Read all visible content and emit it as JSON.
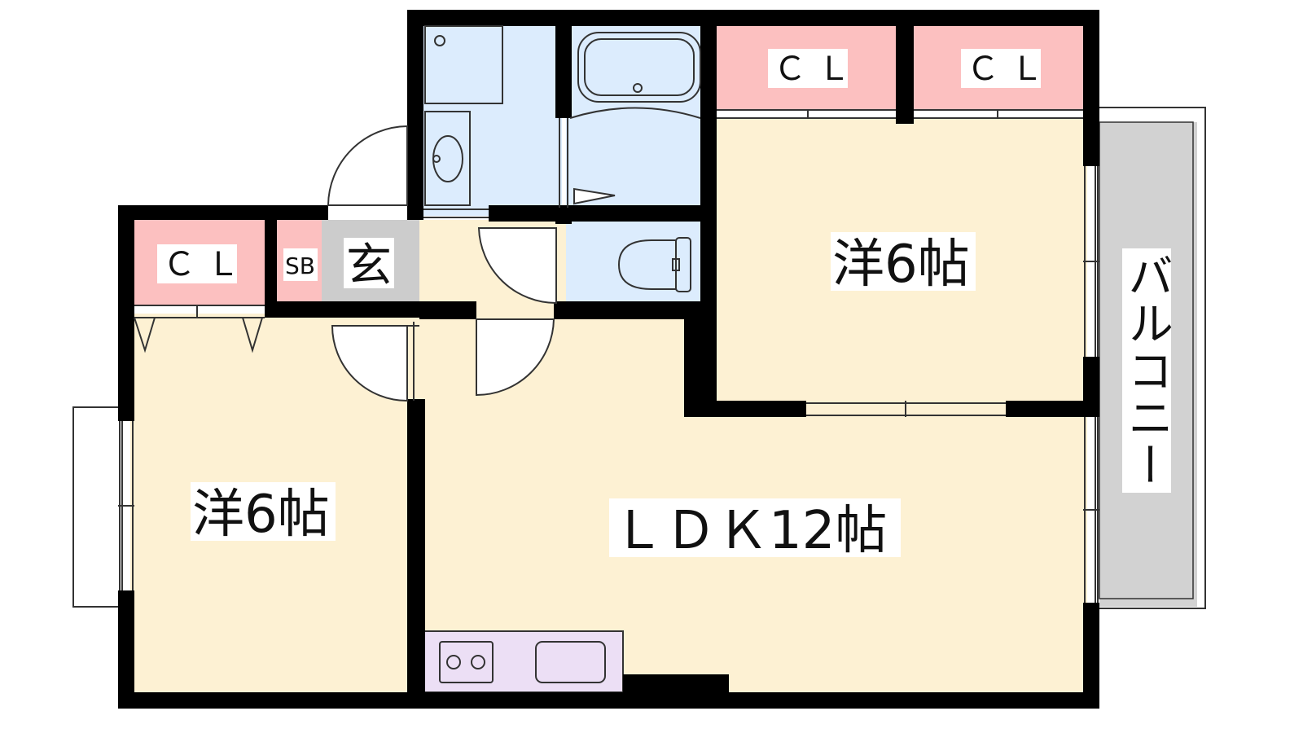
{
  "floorplan": {
    "labels": {
      "closet_top_left": "ＣＬ",
      "closet_top_right": "ＣＬ",
      "closet_left": "ＣＬ",
      "shoe_box": "SB",
      "entrance": "玄",
      "room_east": "洋6帖",
      "room_west": "洋6帖",
      "ldk": "ＬＤＫ12帖",
      "balcony": "バルコニー"
    },
    "colors": {
      "wall": "#000000",
      "room_floor": "#fdf1d3",
      "closet": "#fcc0c0",
      "wet_area": "#dcecfd",
      "entrance_floor": "#cccccc",
      "balcony": "#d2d2d2",
      "kitchen": "#ecdff5",
      "label_bg": "#ffffff"
    }
  }
}
